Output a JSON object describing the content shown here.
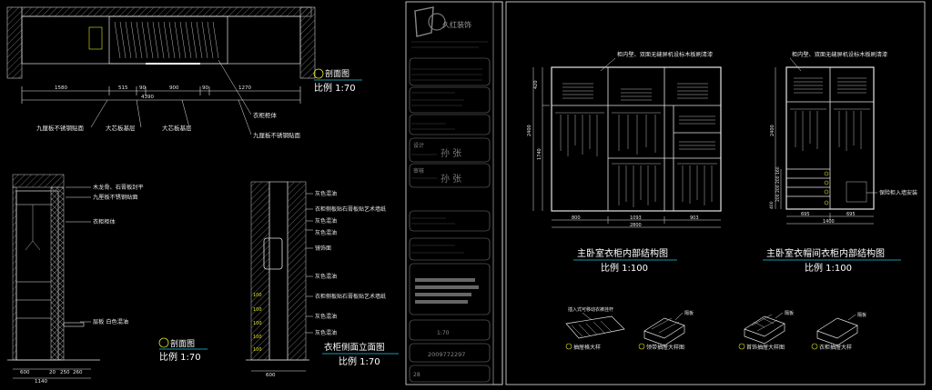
{
  "titleblock": {
    "logo_text": "久红装饰",
    "designer_label": "设计",
    "designer_value": "孙 张",
    "checker_label": "审核",
    "checker_value": "孙 张",
    "scale_value": "1:70",
    "drawing_no": "2009772297",
    "page_no": "28"
  },
  "top_section": {
    "title": "剖面图",
    "scale": "比例 1:70",
    "dims": [
      "1580",
      "515",
      "90",
      "900",
      "90",
      "1270"
    ],
    "total_dim": "4390",
    "callouts": [
      "九厘板不锈钢贴面",
      "大芯板基层",
      "大芯板基层",
      "衣柜柜体",
      "九厘板不锈钢贴面"
    ]
  },
  "left_section": {
    "title": "剖面图",
    "scale": "比例 1:70",
    "callouts": [
      "木龙骨、石膏板封平",
      "九厘板不锈钢贴面",
      "衣柜柜体",
      "层板 白色混油"
    ],
    "dims": [
      "600",
      "20",
      "250",
      "260"
    ],
    "total_dim": "1140"
  },
  "side_elevation": {
    "title": "衣柜侧面立面图",
    "scale": "比例 1:70",
    "callouts": [
      "灰色混油",
      "衣柜侧板贴石膏板贴艺术墙纸",
      "灰色混油",
      "镜饰面",
      "灰色混油",
      "灰色混油",
      "衣柜侧板贴石膏板贴艺术墙纸",
      "灰色混油",
      "灰色混油"
    ],
    "dims": [
      "100",
      "100",
      "100",
      "100",
      "100"
    ],
    "bottom_dim": "600"
  },
  "master_wardrobe": {
    "title": "主卧室衣柜内部结构图",
    "scale": "比例 1:100",
    "top_note": "柜内壁、双面无缝屏机设标木板刷清漆",
    "dims_left": [
      "420",
      "2400",
      "1740"
    ],
    "dims_bottom": [
      "800",
      "1093",
      "903"
    ],
    "total_dim": "2800"
  },
  "cloakroom": {
    "title": "主卧室衣帽间衣柜内部结构图",
    "scale": "比例 1:100",
    "top_note": "柜内壁、双面无缝屏机设标木板刷清漆",
    "side_note": "保险柜入墙安装",
    "dims_left": [
      "2400",
      "160",
      "200",
      "200",
      "200",
      "400"
    ],
    "dims_bottom": [
      "695",
      "695"
    ],
    "total_dim": "1400"
  },
  "details": [
    {
      "label": "抽屉格大样"
    },
    {
      "label": "领带抽屉大样图"
    },
    {
      "label": "首饰抽屉大样图"
    },
    {
      "label": "衣柜抽屉大样"
    }
  ],
  "detail_callouts": [
    "插入式可移动衣裤挂杆",
    "隔板",
    "隔板",
    "隔板"
  ],
  "colors": {
    "background": "#000000",
    "line_white": "#e6e6e6",
    "line_cyan": "#22c8e6",
    "text_cyan": "#25d6ef",
    "text_yellow": "#e6e61e",
    "text_green": "#2ef02e",
    "text_white": "#ffffff",
    "hatch_gray": "#8a8a8a"
  }
}
